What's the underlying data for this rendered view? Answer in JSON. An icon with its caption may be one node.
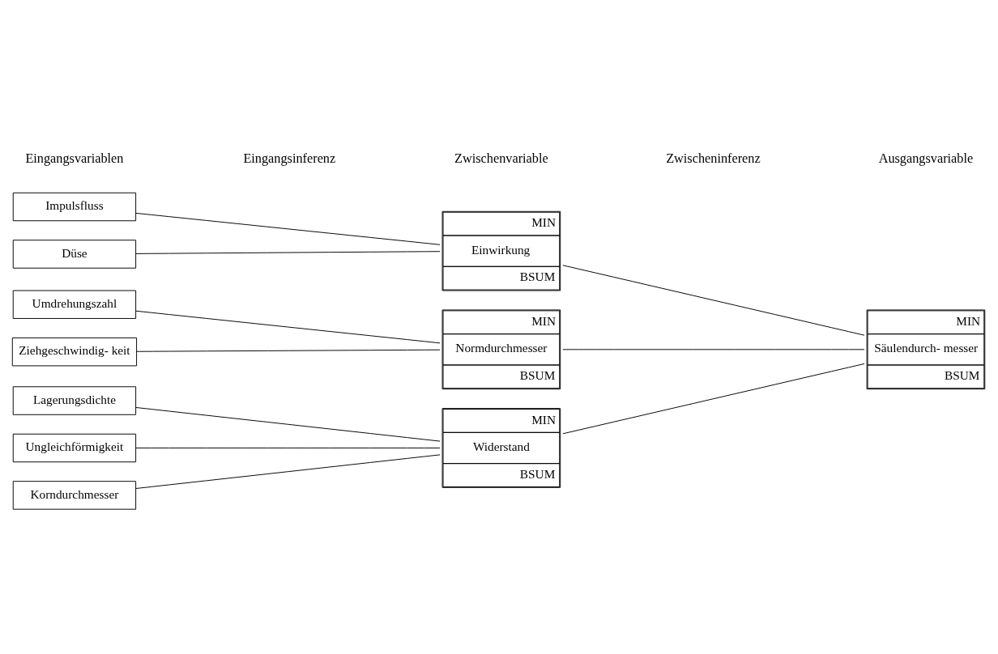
{
  "diagram": {
    "nodes": [
      {
        "text": [
          "Lagerungsdichte"
        ]
      },
      {
        "text": [
          "Ungleichförmigkeit"
        ]
      },
      {
        "text": [
          "Korndurchmesser"
        ]
      },
      {
        "text": [
          "MIN",
          "Widerstand",
          "BSUM"
        ]
      },
      {
        "text": [
          "Düse"
        ]
      },
      {
        "text": [
          "Impulsfluss"
        ]
      },
      {
        "text": [
          "MIN",
          "Einwirkung",
          "BSUM"
        ]
      },
      {
        "text": [
          "Ziehgeschwindig- keit"
        ]
      },
      {
        "text": [
          "Umdrehungszahl"
        ]
      },
      {
        "text": [
          "MIN",
          "Normdurchmesser",
          "BSUM"
        ]
      },
      {
        "text": [
          "MIN",
          "Säulendurch- messer",
          "BSUM"
        ]
      }
    ],
    "edges": [
      {
        "from": 0,
        "to": 3,
        "arrow": "none"
      },
      {
        "from": 1,
        "to": 3,
        "arrow": "none"
      },
      {
        "from": 2,
        "to": 3,
        "arrow": "none"
      },
      {
        "from": 4,
        "to": 6,
        "arrow": "none"
      },
      {
        "from": 5,
        "to": 6,
        "arrow": "none"
      },
      {
        "from": 7,
        "to": 9,
        "arrow": "none"
      },
      {
        "from": 8,
        "to": 9,
        "arrow": "none"
      },
      {
        "from": 3,
        "to": 10,
        "arrow": "none"
      },
      {
        "from": 6,
        "to": 10,
        "arrow": "none"
      },
      {
        "from": 9,
        "to": 10,
        "arrow": "none"
      }
    ],
    "labels": [
      "Eingangsvariablen",
      "Eingangsinferenz",
      "Zwischenvariable",
      "Zwischeninferenz",
      "Ausgangsvariable"
    ]
  }
}
